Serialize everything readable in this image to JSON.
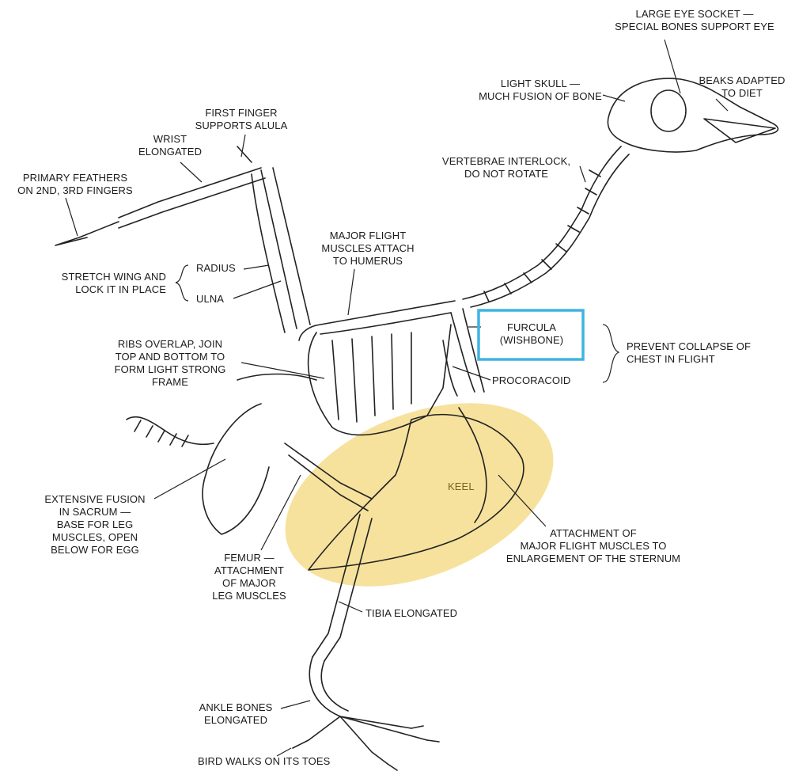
{
  "labels": {
    "eye_socket": [
      "LARGE EYE SOCKET —",
      "SPECIAL BONES SUPPORT EYE"
    ],
    "skull": [
      "LIGHT SKULL —",
      "MUCH FUSION OF BONE"
    ],
    "beaks": [
      "BEAKS ADAPTED",
      "TO DIET"
    ],
    "first_finger": [
      "FIRST FINGER",
      "SUPPORTS ALULA"
    ],
    "wrist": [
      "WRIST",
      "ELONGATED"
    ],
    "primary_feathers": [
      "PRIMARY FEATHERS",
      "ON 2ND, 3RD FINGERS"
    ],
    "vertebrae": [
      "VERTEBRAE INTERLOCK,",
      "DO NOT ROTATE"
    ],
    "flight_muscles_humerus": [
      "MAJOR FLIGHT",
      "MUSCLES ATTACH",
      "TO HUMERUS"
    ],
    "stretch_wing": [
      "STRETCH WING AND",
      "LOCK IT IN PLACE"
    ],
    "radius": "RADIUS",
    "ulna": "ULNA",
    "furcula": [
      "FURCULA",
      "(WISHBONE)"
    ],
    "prevent_collapse": [
      "PREVENT COLLAPSE OF",
      "CHEST IN FLIGHT"
    ],
    "procoracoid": "PROCORACOID",
    "ribs": [
      "RIBS OVERLAP, JOIN",
      "TOP AND BOTTOM TO",
      "FORM LIGHT STRONG",
      "FRAME"
    ],
    "keel": "KEEL",
    "sacrum": [
      "EXTENSIVE FUSION",
      "IN SACRUM —",
      "BASE FOR LEG",
      "MUSCLES, OPEN",
      "BELOW FOR EGG"
    ],
    "attachment_sternum": [
      "ATTACHMENT OF",
      "MAJOR FLIGHT MUSCLES TO",
      "ENLARGEMENT OF THE STERNUM"
    ],
    "femur": [
      "FEMUR —",
      "ATTACHMENT",
      "OF MAJOR",
      "LEG MUSCLES"
    ],
    "tibia": "TIBIA ELONGATED",
    "ankle": [
      "ANKLE BONES",
      "ELONGATED"
    ],
    "toes": "BIRD WALKS ON ITS TOES"
  },
  "highlight": {
    "box_color": "#3fb4e0",
    "ellipse_color": "#f0cf5c"
  }
}
